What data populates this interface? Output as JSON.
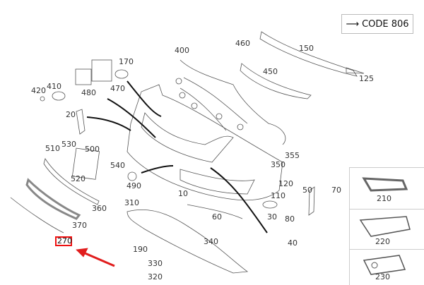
{
  "code_label": {
    "arrow_icon": "right-arrow-icon",
    "text": "CODE 806"
  },
  "highlight_color": "#e11d1d",
  "highlighted_part": "270",
  "parts": {
    "p400": "400",
    "p460": "460",
    "p150": "150",
    "p170": "170",
    "p450": "450",
    "p125": "125",
    "p420": "420",
    "p410": "410",
    "p480": "480",
    "p470": "470",
    "p20": "20",
    "p510": "510",
    "p530": "530",
    "p500": "500",
    "p540": "540",
    "p355": "355",
    "p350": "350",
    "p520": "520",
    "p490": "490",
    "p120": "120",
    "p50": "50",
    "p70": "70",
    "p10": "10",
    "p110": "110",
    "p360": "360",
    "p310": "310",
    "p60": "60",
    "p30": "30",
    "p80": "80",
    "p370": "370",
    "p340": "340",
    "p40": "40",
    "p190": "190",
    "p330": "330",
    "p320": "320"
  },
  "side_panel": {
    "p210": "210",
    "p220": "220",
    "p230": "230"
  }
}
